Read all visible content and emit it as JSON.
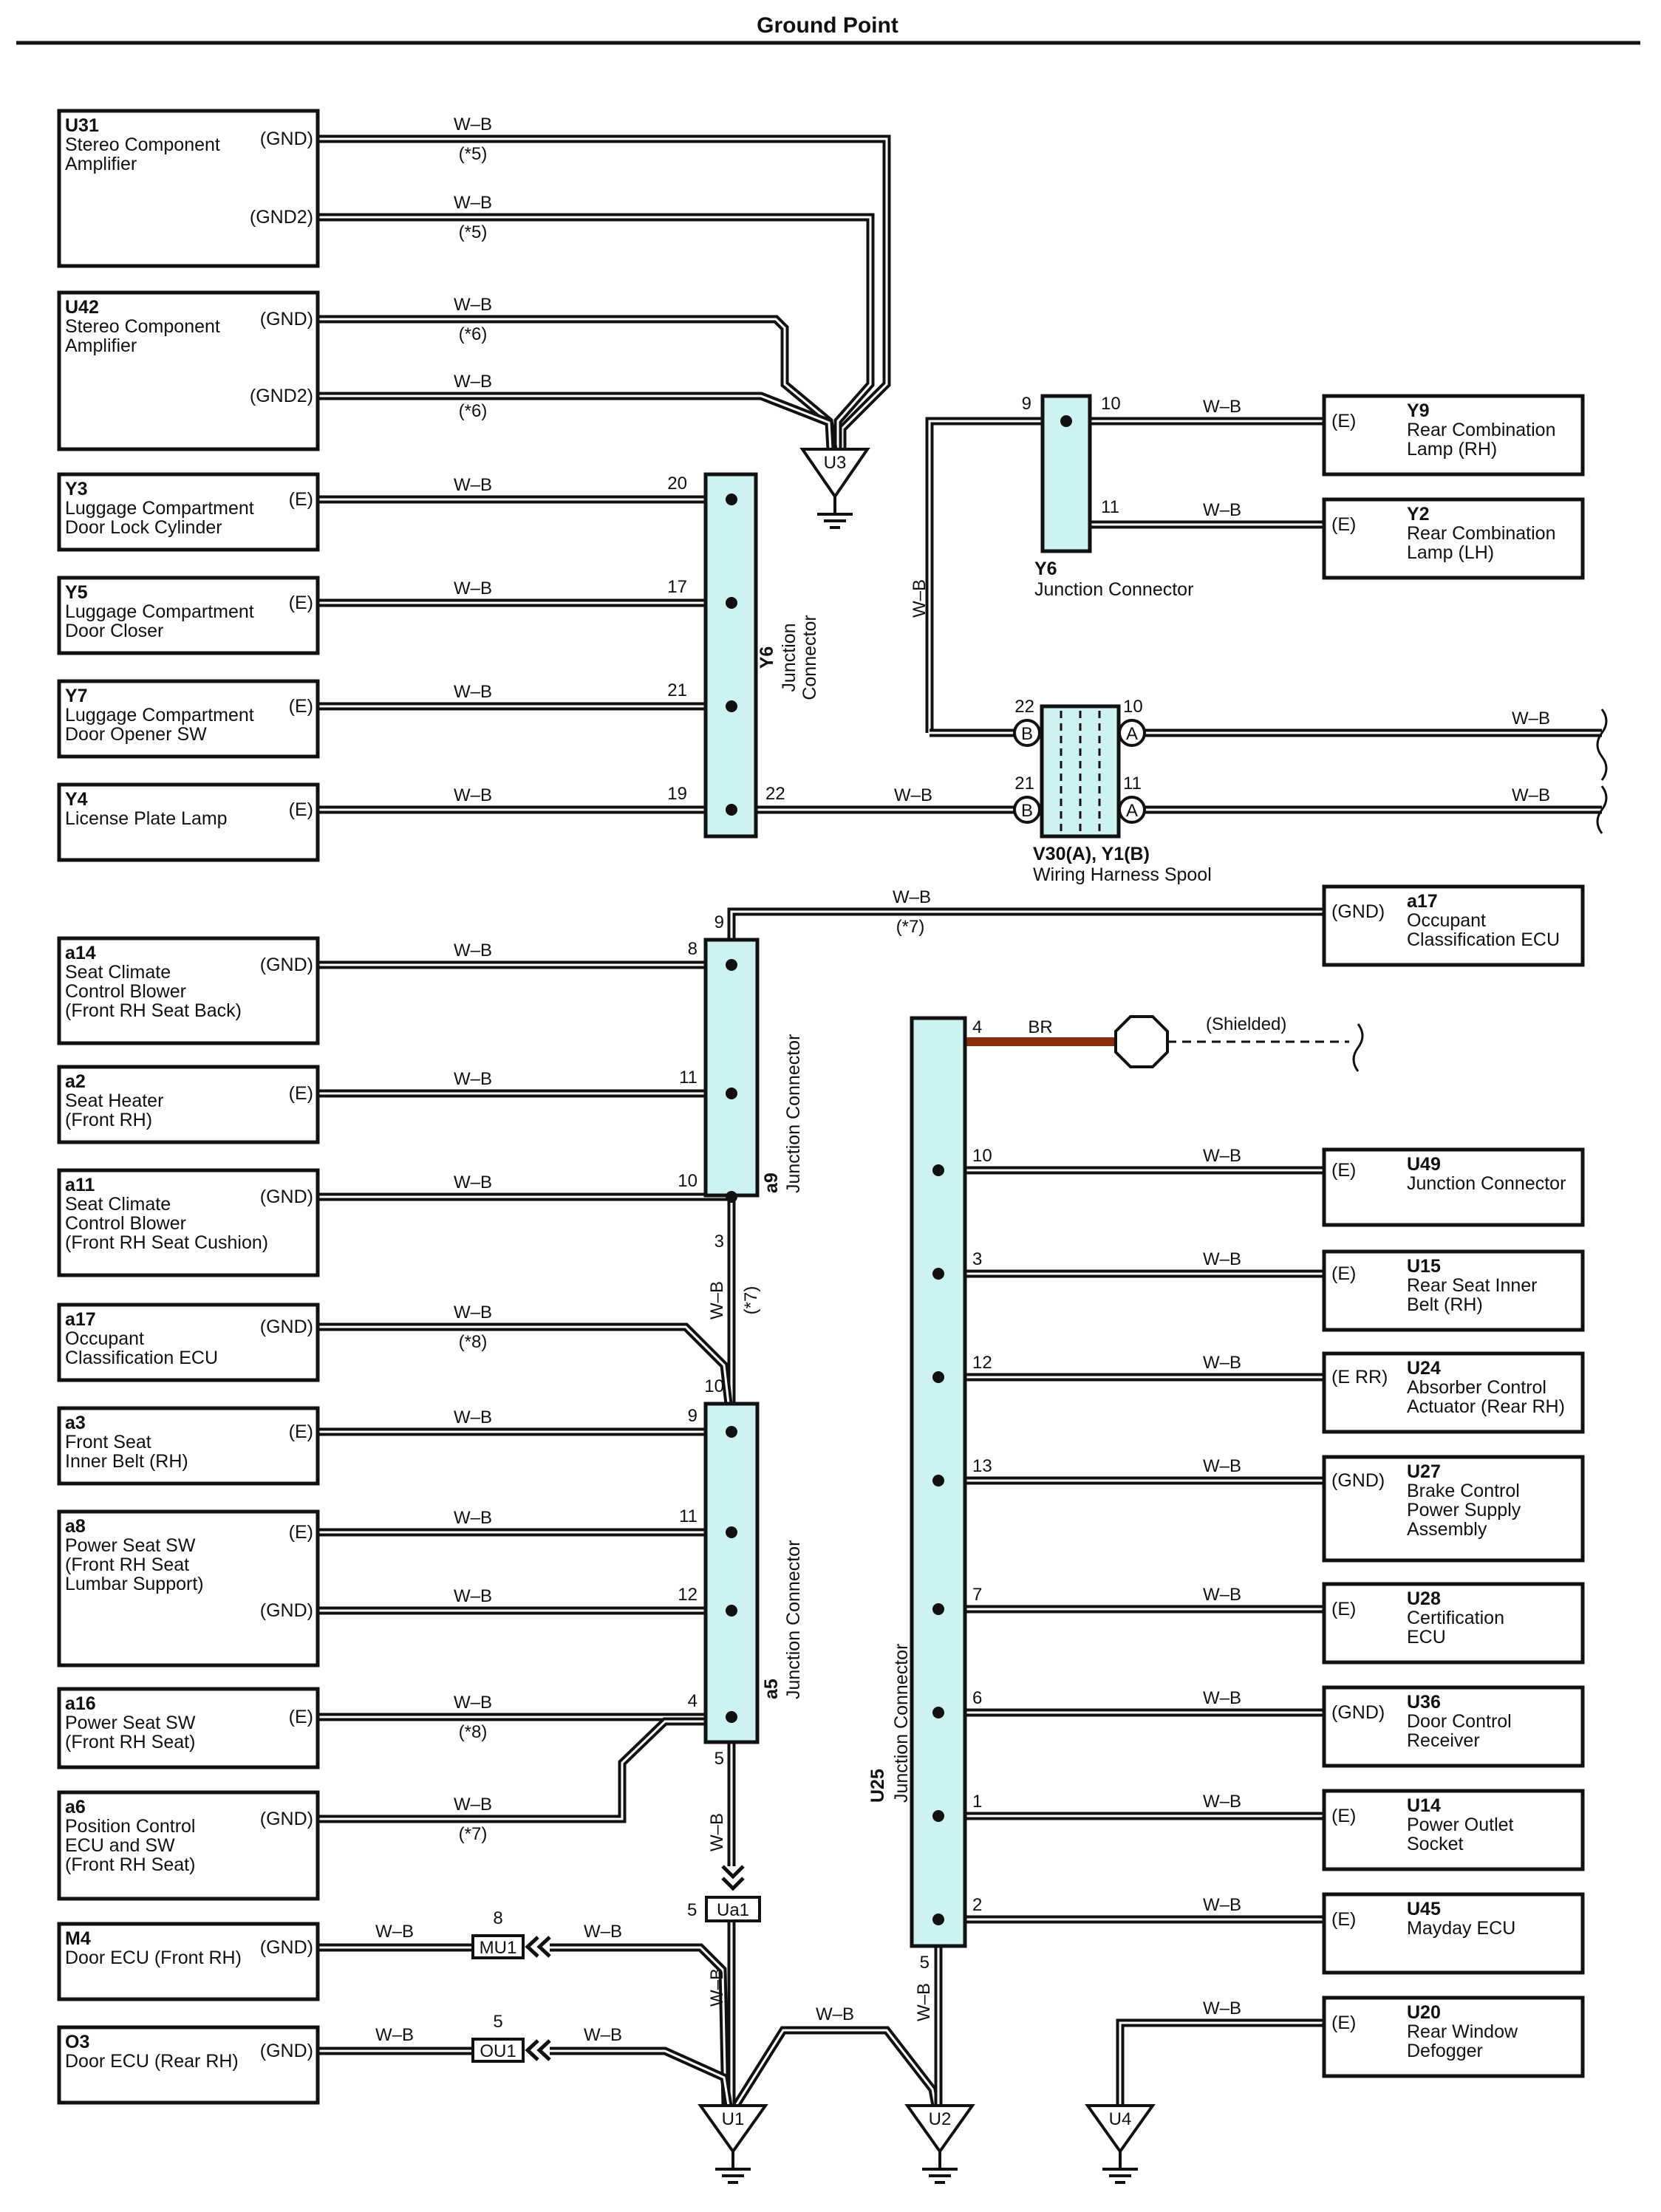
{
  "title": "Ground Point",
  "colors": {
    "junction_fill": "#ccf2f2",
    "br_wire": "#8b2e10",
    "wire": "#111111"
  },
  "components": [
    {
      "id": "c_u31",
      "code": "U31",
      "name": [
        "Stereo Component",
        "Amplifier"
      ],
      "terms": [
        "(GND)",
        "(GND2)"
      ]
    },
    {
      "id": "c_u42",
      "code": "U42",
      "name": [
        "Stereo Component",
        "Amplifier"
      ],
      "terms": [
        "(GND)",
        "(GND2)"
      ]
    },
    {
      "id": "c_y3",
      "code": "Y3",
      "name": [
        "Luggage Compartment",
        "Door Lock Cylinder"
      ],
      "terms": [
        "(E)"
      ]
    },
    {
      "id": "c_y5",
      "code": "Y5",
      "name": [
        "Luggage Compartment",
        "Door Closer"
      ],
      "terms": [
        "(E)"
      ]
    },
    {
      "id": "c_y7",
      "code": "Y7",
      "name": [
        "Luggage Compartment",
        "Door Opener SW"
      ],
      "terms": [
        "(E)"
      ]
    },
    {
      "id": "c_y4",
      "code": "Y4",
      "name": [
        "License Plate Lamp"
      ],
      "terms": [
        "(E)"
      ]
    },
    {
      "id": "c_a14",
      "code": "a14",
      "name": [
        "Seat Climate",
        "Control Blower",
        "(Front RH Seat Back)"
      ],
      "terms": [
        "(GND)"
      ]
    },
    {
      "id": "c_a2",
      "code": "a2",
      "name": [
        "Seat Heater",
        "(Front RH)"
      ],
      "terms": [
        "(E)"
      ]
    },
    {
      "id": "c_a11",
      "code": "a11",
      "name": [
        "Seat Climate",
        "Control Blower",
        "(Front RH Seat Cushion)"
      ],
      "terms": [
        "(GND)"
      ]
    },
    {
      "id": "c_a17l",
      "code": "a17",
      "name": [
        "Occupant",
        "Classification ECU"
      ],
      "terms": [
        "(GND)"
      ]
    },
    {
      "id": "c_a3",
      "code": "a3",
      "name": [
        "Front Seat",
        "Inner Belt (RH)"
      ],
      "terms": [
        "(E)"
      ]
    },
    {
      "id": "c_a8",
      "code": "a8",
      "name": [
        "Power Seat SW",
        "(Front RH Seat",
        " Lumbar Support)"
      ],
      "terms": [
        "(E)",
        "(GND)"
      ]
    },
    {
      "id": "c_a16",
      "code": "a16",
      "name": [
        "Power Seat SW",
        "(Front RH Seat)"
      ],
      "terms": [
        "(E)"
      ]
    },
    {
      "id": "c_a6",
      "code": "a6",
      "name": [
        "Position Control",
        "ECU and SW",
        "(Front RH Seat)"
      ],
      "terms": [
        "(GND)"
      ]
    },
    {
      "id": "c_m4",
      "code": "M4",
      "name": [
        "Door ECU (Front RH)"
      ],
      "terms": [
        "(GND)"
      ]
    },
    {
      "id": "c_o3",
      "code": "O3",
      "name": [
        "Door ECU (Rear RH)"
      ],
      "terms": [
        "(GND)"
      ]
    },
    {
      "id": "c_y9",
      "code": "Y9",
      "name": [
        "Rear Combination",
        "Lamp (RH)"
      ],
      "terms": [
        "(E)"
      ]
    },
    {
      "id": "c_y2",
      "code": "Y2",
      "name": [
        "Rear Combination",
        "Lamp (LH)"
      ],
      "terms": [
        "(E)"
      ]
    },
    {
      "id": "c_a17r",
      "code": "a17",
      "name": [
        "Occupant",
        "Classification ECU"
      ],
      "terms": [
        "(GND)"
      ]
    },
    {
      "id": "c_u49",
      "code": "U49",
      "name": [
        "Junction Connector"
      ],
      "terms": [
        "(E)"
      ]
    },
    {
      "id": "c_u15",
      "code": "U15",
      "name": [
        "Rear Seat Inner",
        "Belt (RH)"
      ],
      "terms": [
        "(E)"
      ]
    },
    {
      "id": "c_u24",
      "code": "U24",
      "name": [
        "Absorber Control",
        "Actuator (Rear RH)"
      ],
      "terms": [
        "(E RR)"
      ]
    },
    {
      "id": "c_u27",
      "code": "U27",
      "name": [
        "Brake Control",
        "Power Supply",
        "Assembly"
      ],
      "terms": [
        "(GND)"
      ]
    },
    {
      "id": "c_u28",
      "code": "U28",
      "name": [
        "Certification",
        "ECU"
      ],
      "terms": [
        "(E)"
      ]
    },
    {
      "id": "c_u36",
      "code": "U36",
      "name": [
        "Door Control",
        "Receiver"
      ],
      "terms": [
        "(GND)"
      ]
    },
    {
      "id": "c_u14",
      "code": "U14",
      "name": [
        "Power Outlet",
        "Socket"
      ],
      "terms": [
        "(E)"
      ]
    },
    {
      "id": "c_u45",
      "code": "U45",
      "name": [
        "Mayday ECU"
      ],
      "terms": [
        "(E)"
      ]
    },
    {
      "id": "c_u20",
      "code": "U20",
      "name": [
        "Rear Window",
        "Defogger"
      ],
      "terms": [
        "(E)"
      ]
    }
  ],
  "junctions": {
    "y6_left": {
      "code": "Y6",
      "name": "Junction",
      "name2": "Connector"
    },
    "y6_top": {
      "code": "Y6",
      "name": "Junction Connector"
    },
    "a9": {
      "code": "a9",
      "name": "Junction Connector"
    },
    "a5": {
      "code": "a5",
      "name": "Junction Connector"
    },
    "u25": {
      "code": "U25",
      "name": "Junction Connector"
    },
    "spool": {
      "code": "V30(A), Y1(B)",
      "name": "Wiring Harness Spool"
    }
  },
  "grounds": [
    "U3",
    "U1",
    "U2",
    "U4"
  ],
  "inline_connectors": [
    "MU1",
    "OU1",
    "Ua1"
  ],
  "wire_color": "W–B",
  "br_color": "BR",
  "shielded": "(Shielded)",
  "notes": [
    "(*5)",
    "(*6)",
    "(*7)",
    "(*8)"
  ],
  "spool_tags": [
    "A",
    "B"
  ],
  "pins": {
    "y6": [
      "20",
      "17",
      "21",
      "19",
      "22",
      "9",
      "10",
      "11"
    ],
    "a9": [
      "9",
      "8",
      "11",
      "10",
      "3"
    ],
    "a5": [
      "10",
      "9",
      "11",
      "12",
      "4",
      "5"
    ],
    "u25": [
      "4",
      "10",
      "3",
      "12",
      "13",
      "7",
      "6",
      "1",
      "2",
      "5"
    ],
    "spool": [
      "22",
      "21",
      "10",
      "11"
    ],
    "inline": [
      "8",
      "5",
      "5"
    ]
  }
}
